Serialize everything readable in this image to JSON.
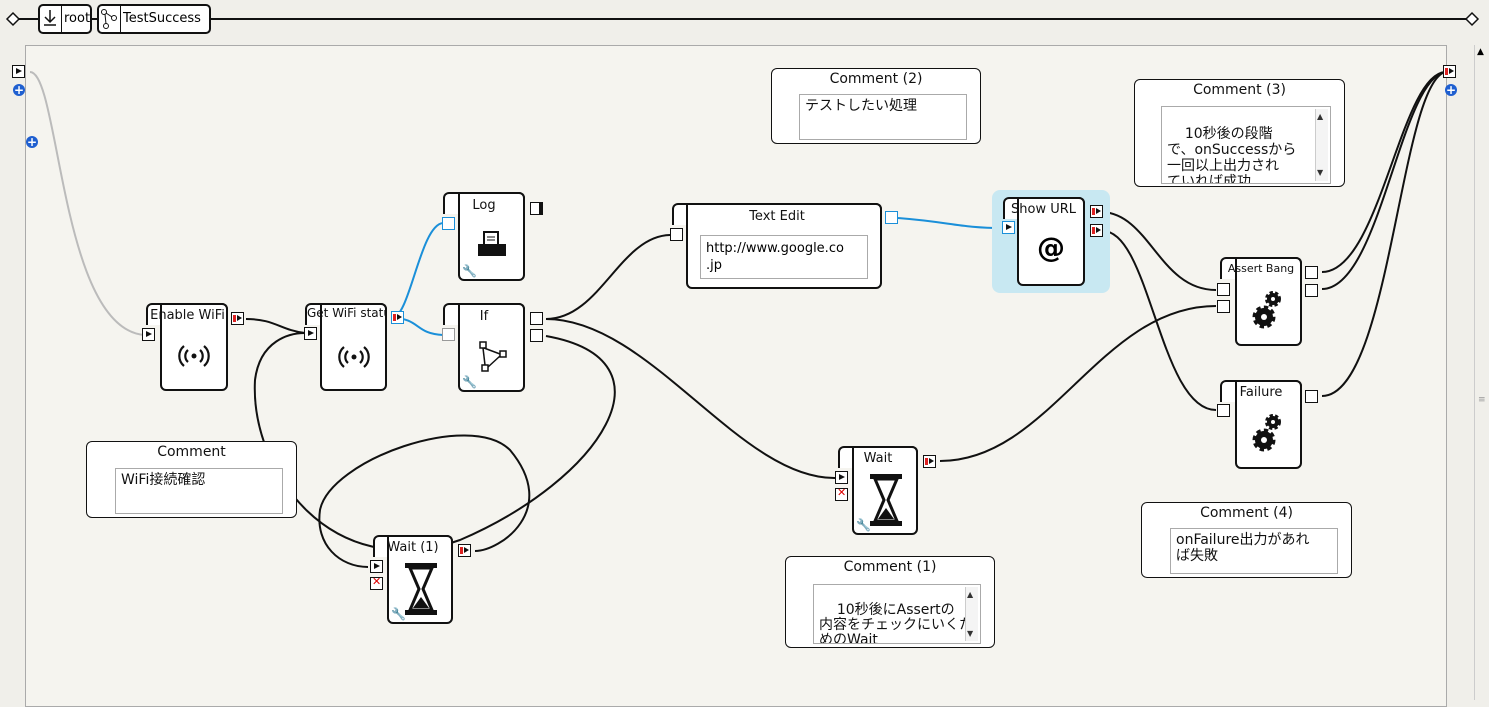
{
  "breadcrumb": {
    "items": [
      {
        "label": "root"
      },
      {
        "label": "TestSuccess"
      }
    ]
  },
  "boxes": {
    "enable_wifi": {
      "title": "Enable WiFi"
    },
    "get_wifi_status": {
      "title": "Get WiFi statu"
    },
    "log": {
      "title": "Log"
    },
    "if": {
      "title": "If"
    },
    "text_edit": {
      "title": "Text Edit",
      "value": "http://www.google.co\n.jp"
    },
    "show_url": {
      "title": "Show URL"
    },
    "assert_bang": {
      "title": "Assert Bang"
    },
    "failure": {
      "title": "Failure"
    },
    "wait": {
      "title": "Wait"
    },
    "wait1": {
      "title": "Wait (1)"
    }
  },
  "comments": {
    "c2": {
      "title": "Comment (2)",
      "text": "テストしたい処理"
    },
    "c3": {
      "title": "Comment (3)",
      "text": "10秒後の段階\nで、onSuccessから\n一回以上出力され\nていれば成功"
    },
    "c0": {
      "title": "Comment",
      "text": "WiFi接続確認"
    },
    "c1": {
      "title": "Comment (1)",
      "text": "10秒後にAssertの\n内容をチェックにいくた\nめのWait"
    },
    "c4": {
      "title": "Comment (4)",
      "text": "onFailure出力があれ\nば失敗"
    }
  },
  "colors": {
    "selected_bg": "#c8e8f2",
    "link_blue": "#1a8fd9",
    "link_grey": "#bbbbbb",
    "plus_blue": "#1f5fd0"
  }
}
